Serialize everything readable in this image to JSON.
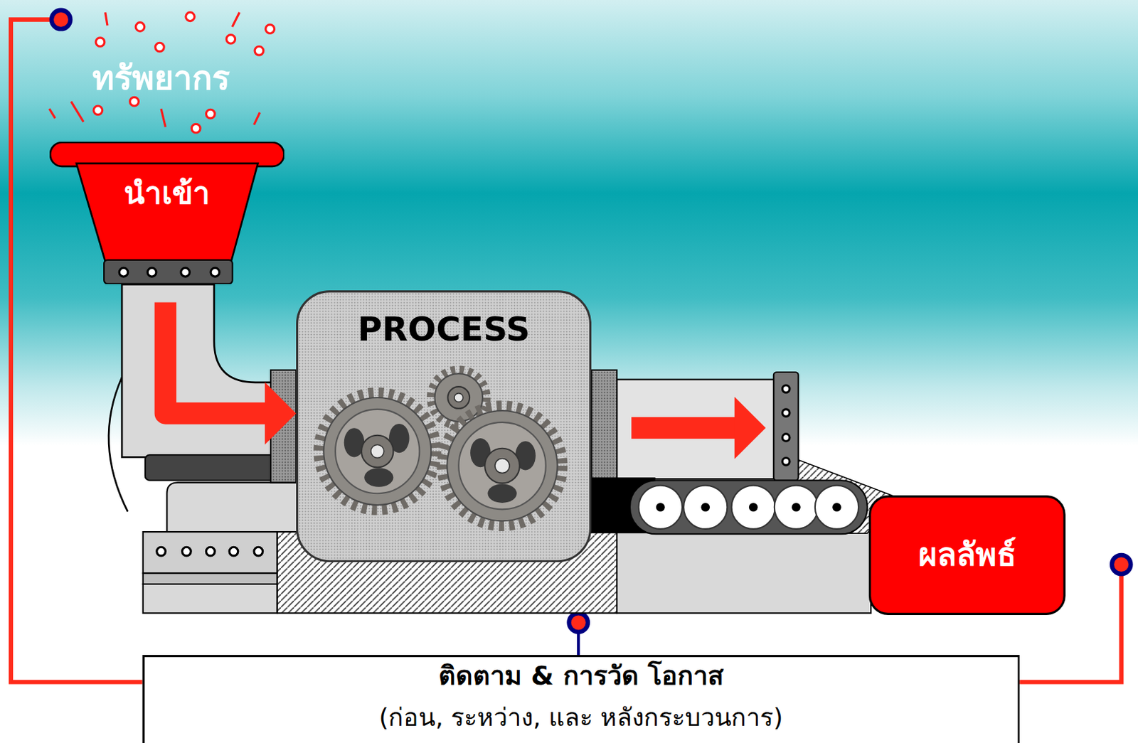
{
  "diagram": {
    "nodes": [
      {
        "text": [
          "นำเข้า"
        ]
      },
      {
        "text": [
          "PROCESS"
        ]
      },
      {
        "text": [
          "ผลลัพธ์"
        ]
      },
      {
        "text": [
          "ติดตาม & การวัด โอกาส",
          "(ก่อน, ระหว่าง, และ หลังกระบวนการ)"
        ]
      }
    ],
    "edges": [
      {
        "from": 0,
        "to": 1,
        "arrow": "to"
      },
      {
        "from": 1,
        "to": 2,
        "arrow": "to"
      }
    ],
    "labels": [
      "ทรัพยากร"
    ]
  }
}
